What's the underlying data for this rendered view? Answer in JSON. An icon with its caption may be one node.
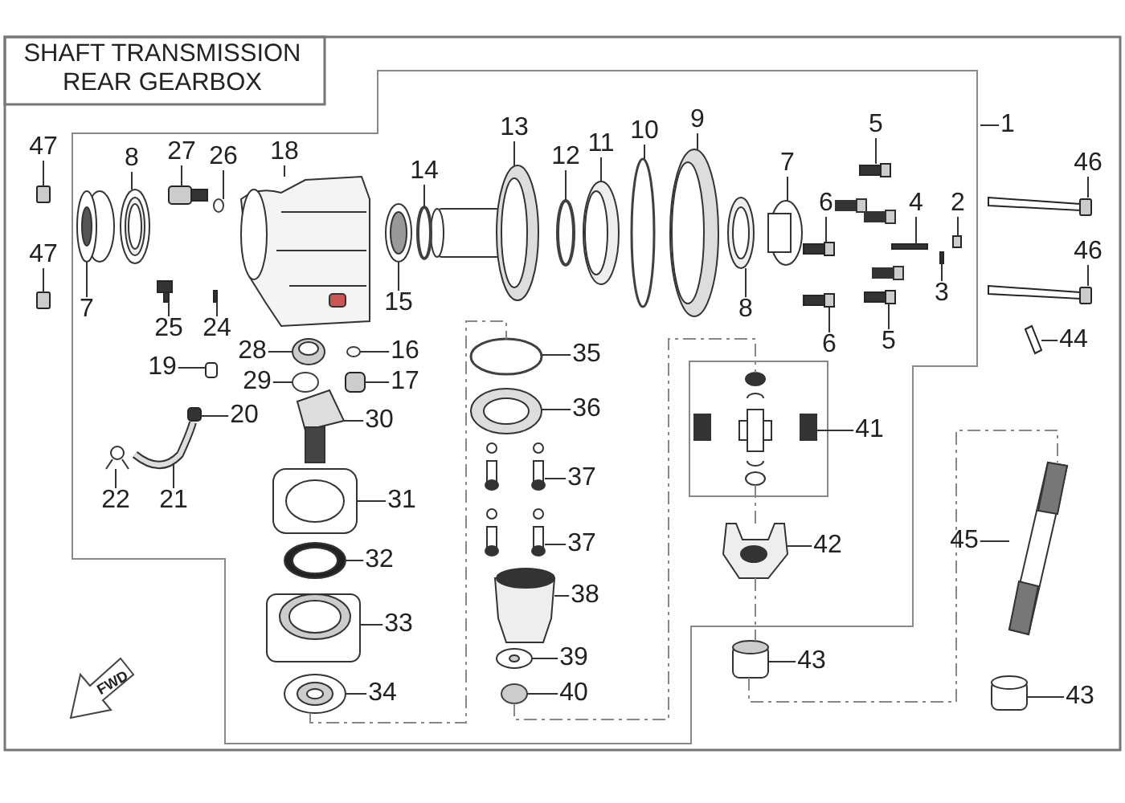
{
  "diagram": {
    "title": "SHAFT TRANSMISSION REAR GEARBOX",
    "nodes": [
      {
        "text": [
          "47"
        ]
      },
      {
        "text": [
          "8"
        ]
      },
      {
        "text": [
          "27"
        ]
      },
      {
        "text": [
          "26"
        ]
      },
      {
        "text": [
          "18"
        ]
      },
      {
        "text": [
          "13"
        ]
      },
      {
        "text": [
          "9"
        ]
      },
      {
        "text": [
          "10"
        ]
      },
      {
        "text": [
          "11"
        ]
      },
      {
        "text": [
          "12"
        ]
      },
      {
        "text": [
          "5"
        ]
      },
      {
        "text": [
          "1"
        ]
      },
      {
        "text": [
          "14"
        ]
      },
      {
        "text": [
          "7"
        ]
      },
      {
        "text": [
          "46"
        ]
      },
      {
        "text": [
          "6"
        ]
      },
      {
        "text": [
          "4"
        ]
      },
      {
        "text": [
          "2"
        ]
      },
      {
        "text": [
          "46"
        ]
      },
      {
        "text": [
          "47"
        ]
      },
      {
        "text": [
          "3"
        ]
      },
      {
        "text": [
          "7"
        ]
      },
      {
        "text": [
          "8"
        ]
      },
      {
        "text": [
          "15"
        ]
      },
      {
        "text": [
          "25"
        ]
      },
      {
        "text": [
          "24"
        ]
      },
      {
        "text": [
          "6"
        ]
      },
      {
        "text": [
          "5"
        ]
      },
      {
        "text": [
          "44"
        ]
      },
      {
        "text": [
          "28"
        ]
      },
      {
        "text": [
          "16"
        ]
      },
      {
        "text": [
          "35"
        ]
      },
      {
        "text": [
          "19"
        ]
      },
      {
        "text": [
          "29"
        ]
      },
      {
        "text": [
          "17"
        ]
      },
      {
        "text": [
          "36"
        ]
      },
      {
        "text": [
          "20"
        ]
      },
      {
        "text": [
          "30"
        ]
      },
      {
        "text": [
          "41"
        ]
      },
      {
        "text": [
          "22"
        ]
      },
      {
        "text": [
          "21"
        ]
      },
      {
        "text": [
          "31"
        ]
      },
      {
        "text": [
          "37"
        ]
      },
      {
        "text": [
          "37"
        ]
      },
      {
        "text": [
          "45"
        ]
      },
      {
        "text": [
          "42"
        ]
      },
      {
        "text": [
          "32"
        ]
      },
      {
        "text": [
          "38"
        ]
      },
      {
        "text": [
          "33"
        ]
      },
      {
        "text": [
          "39"
        ]
      },
      {
        "text": [
          "43"
        ]
      },
      {
        "text": [
          "34"
        ]
      },
      {
        "text": [
          "40"
        ]
      },
      {
        "text": [
          "43"
        ]
      },
      {
        "text": [],
        "shape": "box"
      },
      {
        "text": [],
        "shape": "picture"
      },
      {
        "text": [],
        "shape": "box"
      },
      {
        "text": [],
        "shape": "circle"
      },
      {
        "text": [],
        "shape": "picture"
      },
      {
        "text": [],
        "shape": "picture"
      },
      {
        "text": [],
        "shape": "picture"
      },
      {
        "text": [],
        "shape": "circle"
      },
      {
        "text": [],
        "shape": "picture"
      },
      {
        "text": [],
        "shape": "circle"
      },
      {
        "text": [],
        "shape": "box"
      },
      {
        "text": [],
        "shape": "circle"
      },
      {
        "text": [],
        "shape": "picture"
      },
      {
        "text": [],
        "shape": "box"
      },
      {
        "text": [],
        "shape": "box"
      },
      {
        "text": [],
        "shape": "box"
      },
      {
        "text": [],
        "shape": "box"
      },
      {
        "text": [],
        "shape": "box"
      },
      {
        "text": [],
        "shape": "box"
      },
      {
        "text": [],
        "shape": "box"
      },
      {
        "text": [],
        "shape": "picture"
      },
      {
        "text": [],
        "shape": "picture"
      },
      {
        "text": [],
        "shape": "picture"
      },
      {
        "text": [],
        "shape": "box"
      },
      {
        "text": [],
        "shape": "box"
      },
      {
        "text": [],
        "shape": "box"
      },
      {
        "text": [],
        "shape": "box"
      },
      {
        "text": [],
        "shape": "box"
      },
      {
        "text": [],
        "shape": "picture"
      },
      {
        "text": [],
        "shape": "circle"
      },
      {
        "text": [],
        "shape": "circle"
      },
      {
        "text": [],
        "shape": "box"
      },
      {
        "text": [],
        "shape": "circle"
      },
      {
        "text": [],
        "shape": "box"
      },
      {
        "text": [],
        "shape": "picture"
      },
      {
        "text": [],
        "shape": "box"
      },
      {
        "text": [],
        "shape": "picture"
      },
      {
        "text": [],
        "shape": "picture"
      },
      {
        "text": [],
        "shape": "picture"
      },
      {
        "text": [],
        "shape": "picture"
      },
      {
        "text": [],
        "shape": "picture"
      },
      {
        "text": [],
        "shape": "picture"
      },
      {
        "text": [],
        "shape": "picture"
      },
      {
        "text": [],
        "shape": "picture"
      },
      {
        "text": [],
        "shape": "picture"
      },
      {
        "text": [],
        "shape": "picture"
      },
      {
        "text": [],
        "shape": "picture"
      },
      {
        "text": [],
        "shape": "picture"
      },
      {
        "text": [],
        "shape": "picture"
      },
      {
        "text": [],
        "shape": "picture"
      },
      {
        "text": [],
        "shape": "picture"
      },
      {
        "text": [],
        "shape": "circle"
      },
      {
        "text": [],
        "shape": "picture"
      }
    ],
    "edges": [
      {
        "from": 0,
        "to": 54,
        "arrow": "none"
      },
      {
        "from": 1,
        "to": 55,
        "arrow": "none"
      },
      {
        "from": 2,
        "to": 56,
        "arrow": "none"
      },
      {
        "from": 3,
        "to": 57,
        "arrow": "none"
      },
      {
        "from": 4,
        "to": 58,
        "arrow": "none"
      },
      {
        "from": 5,
        "to": 59,
        "arrow": "none"
      },
      {
        "from": 6,
        "to": 60,
        "arrow": "none"
      },
      {
        "from": 7,
        "to": 61,
        "arrow": "none"
      },
      {
        "from": 8,
        "to": 62,
        "arrow": "none"
      },
      {
        "from": 9,
        "to": 63,
        "arrow": "none"
      },
      {
        "from": 10,
        "to": 64,
        "arrow": "none"
      },
      {
        "from": 11,
        "to": null,
        "arrow": "none"
      },
      {
        "from": 12,
        "to": 65,
        "arrow": "none"
      },
      {
        "from": 13,
        "to": 66,
        "arrow": "none"
      },
      {
        "from": 14,
        "to": 67,
        "arrow": "none"
      },
      {
        "from": 15,
        "to": 68,
        "arrow": "none"
      },
      {
        "from": 16,
        "to": 69,
        "arrow": "none"
      },
      {
        "from": 17,
        "to": 70,
        "arrow": "none"
      },
      {
        "from": 18,
        "to": 71,
        "arrow": "none"
      },
      {
        "from": 19,
        "to": 72,
        "arrow": "none"
      },
      {
        "from": 20,
        "to": 73,
        "arrow": "none"
      },
      {
        "from": 21,
        "to": 74,
        "arrow": "none"
      },
      {
        "from": 22,
        "to": 75,
        "arrow": "none"
      },
      {
        "from": 23,
        "to": 76,
        "arrow": "none"
      },
      {
        "from": 24,
        "to": 77,
        "arrow": "none"
      },
      {
        "from": 25,
        "to": 78,
        "arrow": "none"
      },
      {
        "from": 26,
        "to": 79,
        "arrow": "none"
      },
      {
        "from": 27,
        "to": 80,
        "arrow": "none"
      },
      {
        "from": 28,
        "to": 81,
        "arrow": "none"
      },
      {
        "from": 29,
        "to": 82,
        "arrow": "none"
      },
      {
        "from": 30,
        "to": 83,
        "arrow": "none"
      },
      {
        "from": 31,
        "to": 84,
        "arrow": "none"
      },
      {
        "from": 32,
        "to": 85,
        "arrow": "none"
      },
      {
        "from": 33,
        "to": 86,
        "arrow": "none"
      },
      {
        "from": 34,
        "to": 87,
        "arrow": "none"
      },
      {
        "from": 35,
        "to": 88,
        "arrow": "none"
      },
      {
        "from": 36,
        "to": 89,
        "arrow": "none"
      },
      {
        "from": 37,
        "to": 90,
        "arrow": "none"
      },
      {
        "from": 38,
        "to": 91,
        "arrow": "none"
      },
      {
        "from": 39,
        "to": 92,
        "arrow": "none"
      },
      {
        "from": 40,
        "to": 93,
        "arrow": "none"
      },
      {
        "from": 41,
        "to": 94,
        "arrow": "none"
      },
      {
        "from": 42,
        "to": 95,
        "arrow": "none"
      },
      {
        "from": 43,
        "to": 96,
        "arrow": "none"
      },
      {
        "from": 44,
        "to": 97,
        "arrow": "none"
      },
      {
        "from": 45,
        "to": 98,
        "arrow": "none"
      },
      {
        "from": 46,
        "to": 99,
        "arrow": "none"
      },
      {
        "from": 47,
        "to": 100,
        "arrow": "none"
      },
      {
        "from": 48,
        "to": 101,
        "arrow": "none"
      },
      {
        "from": 49,
        "to": 102,
        "arrow": "none"
      },
      {
        "from": 50,
        "to": 103,
        "arrow": "none"
      },
      {
        "from": 51,
        "to": 104,
        "arrow": "none"
      },
      {
        "from": 52,
        "to": 105,
        "arrow": "none"
      },
      {
        "from": 53,
        "to": 106,
        "arrow": "none"
      },
      {
        "from": 104,
        "to": 84,
        "arrow": "none",
        "style": "dashed",
        "color": "#888888"
      },
      {
        "from": 105,
        "to": 91,
        "arrow": "none",
        "style": "dashed",
        "color": "#888888"
      },
      {
        "from": 91,
        "to": 98,
        "arrow": "none",
        "style": "dashed",
        "color": "#888888"
      },
      {
        "from": 98,
        "to": 103,
        "arrow": "none",
        "style": "dashed",
        "color": "#888888"
      },
      {
        "from": 103,
        "to": 97,
        "arrow": "none",
        "style": "dashed",
        "color": "#888888"
      }
    ],
    "labels": [
      "FWD"
    ]
  }
}
